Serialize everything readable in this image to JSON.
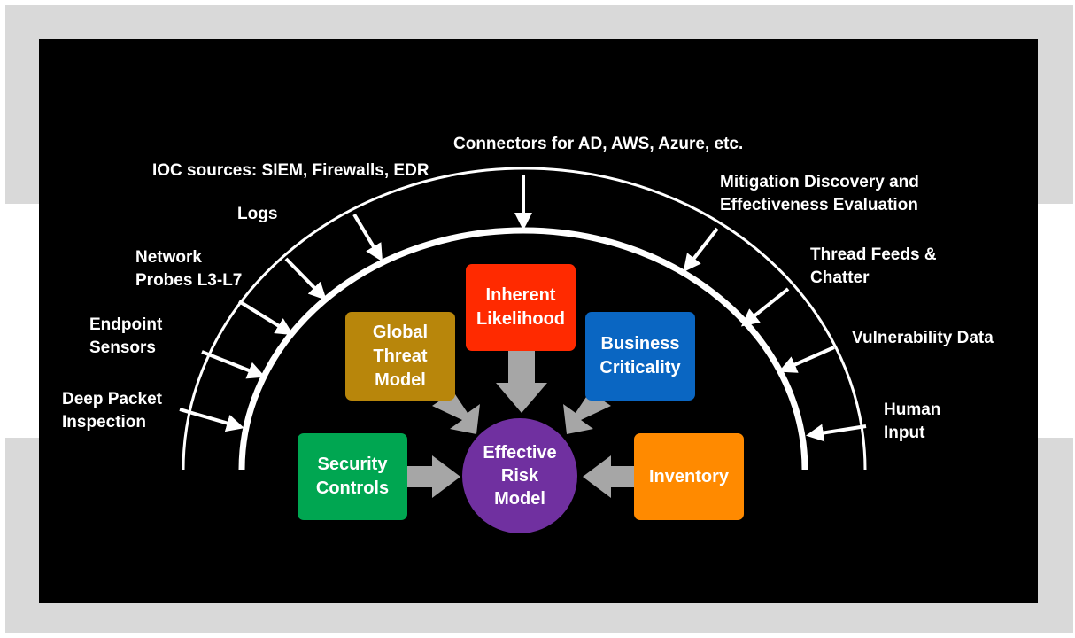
{
  "colors": {
    "background_bars": "#d9d9d9",
    "slide": "#000000",
    "arrows": "#a6a6a6",
    "inherent_likelihood": "#ff2a00",
    "global_threat_model": "#b8860b",
    "business_criticality": "#0a66c2",
    "security_controls": "#00a651",
    "inventory": "#ff8a00",
    "effective_risk_model": "#7030a0"
  },
  "inputs": {
    "connectors": "Connectors for AD, AWS, Azure, etc.",
    "ioc_sources": "IOC sources: SIEM, Firewalls, EDR",
    "logs": "Logs",
    "network_probes": "Network\nProbes L3-L7",
    "endpoint_sensors": "Endpoint\nSensors",
    "deep_packet": "Deep Packet\nInspection",
    "mitigation": "Mitigation Discovery and\nEffectiveness Evaluation",
    "thread_feeds": "Thread Feeds &\nChatter",
    "vulnerability": "Vulnerability Data",
    "human_input": "Human\nInput"
  },
  "boxes": {
    "inherent_likelihood": "Inherent\nLikelihood",
    "global_threat_model": "Global\nThreat\nModel",
    "business_criticality": "Business\nCriticality",
    "security_controls": "Security\nControls",
    "inventory": "Inventory",
    "effective_risk_model": "Effective\nRisk\nModel"
  }
}
